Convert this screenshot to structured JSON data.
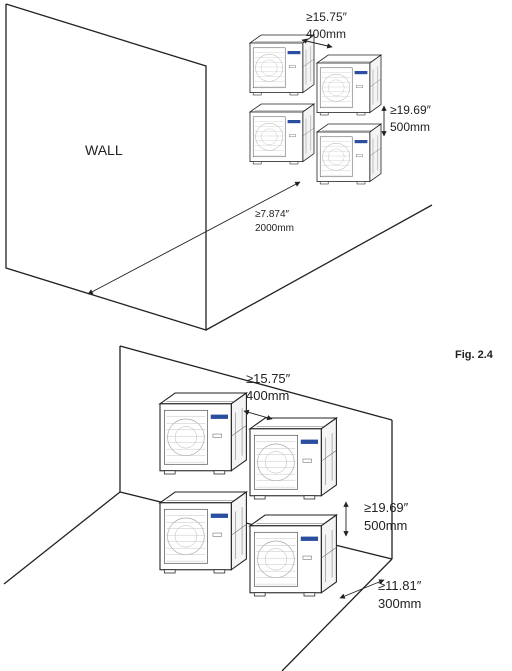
{
  "top_diagram": {
    "wall_label": "WALL",
    "clearance_horizontal": {
      "inches": "≥15.75″",
      "mm": "400mm"
    },
    "clearance_vertical": {
      "inches": "≥19.69″",
      "mm": "500mm"
    },
    "clearance_front": {
      "inches": "≥7.874″",
      "mm": "2000mm"
    }
  },
  "figure_label": "Fig. 2.4",
  "bottom_diagram": {
    "clearance_horizontal": {
      "inches": "≥15.75″",
      "mm": "400mm"
    },
    "clearance_vertical": {
      "inches": "≥19.69″",
      "mm": "500mm"
    },
    "clearance_rear": {
      "inches": "≥11.81″",
      "mm": "300mm"
    }
  },
  "colors": {
    "line": "#222222",
    "brand_badge": "#2b4fa0",
    "unit_fill": "#ffffff"
  },
  "icons": [
    "outdoor-ac-unit-icon",
    "dimension-arrow-icon"
  ]
}
